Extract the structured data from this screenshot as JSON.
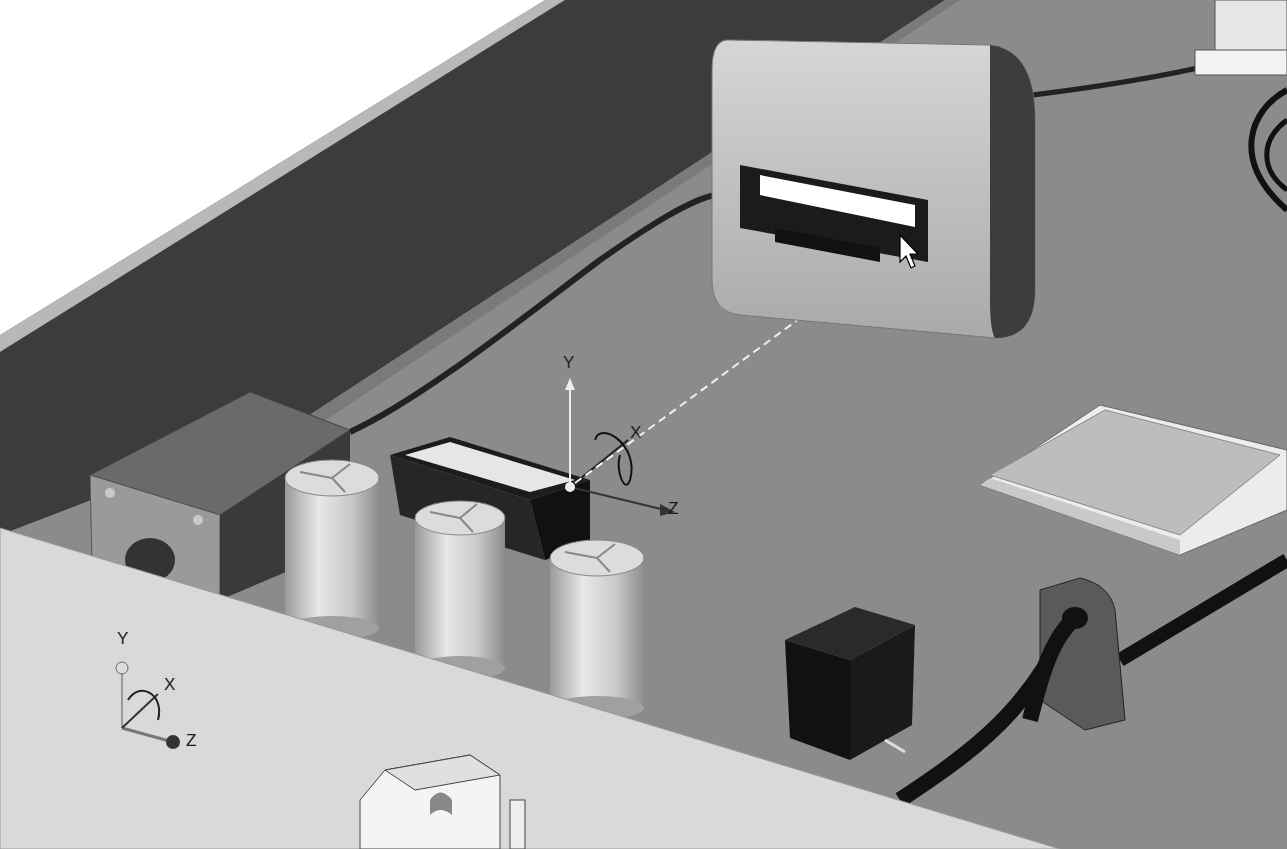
{
  "diagram": {
    "labels": [
      "Y",
      "X",
      "Z",
      "Y",
      "X",
      "Z"
    ]
  }
}
